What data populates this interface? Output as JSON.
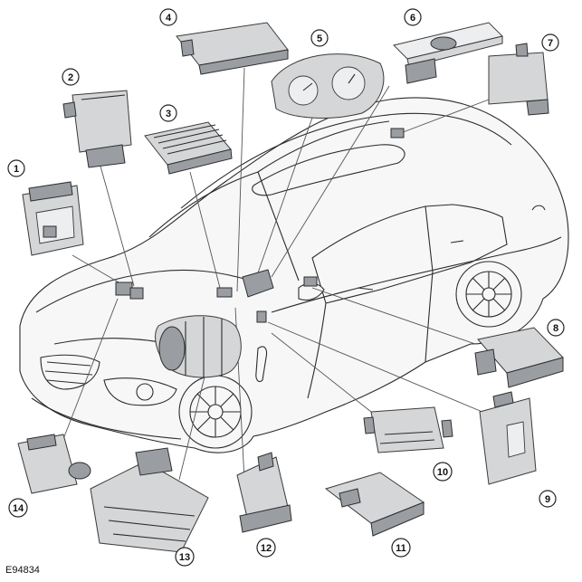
{
  "figure_id": "E94834",
  "callouts": [
    {
      "number": "1"
    },
    {
      "number": "2"
    },
    {
      "number": "3"
    },
    {
      "number": "4"
    },
    {
      "number": "5"
    },
    {
      "number": "6"
    },
    {
      "number": "7"
    },
    {
      "number": "8"
    },
    {
      "number": "9"
    },
    {
      "number": "10"
    },
    {
      "number": "11"
    },
    {
      "number": "12"
    },
    {
      "number": "13"
    },
    {
      "number": "14"
    }
  ],
  "colors": {
    "part_fill": "#d4d6d8",
    "part_shadow": "#9a9ea2",
    "outline": "#2c2c2c",
    "background": "#ffffff"
  }
}
